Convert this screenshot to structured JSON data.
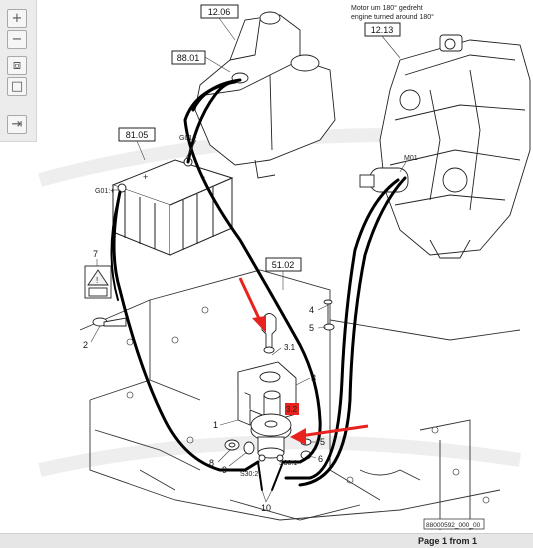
{
  "toolbar": {
    "buttons": [
      {
        "icon": "zoom-in-icon",
        "glyph": "+"
      },
      {
        "icon": "zoom-out-icon",
        "glyph": "−"
      },
      {
        "icon": "fit-page-icon",
        "glyph": "⧈"
      },
      {
        "icon": "actual-size-icon",
        "glyph": "□"
      },
      {
        "icon": "export-icon",
        "glyph": "⇥"
      }
    ]
  },
  "drawing": {
    "refs": {
      "tank": "12.06",
      "hose": "88.01",
      "engine": "12.13",
      "battery": "81.05",
      "bracket": "51.02"
    },
    "engine_note_de": "Motor um 180° gedreht",
    "engine_note_en": "engine turned around 180°",
    "labels": {
      "g01_minus": "G01:-",
      "g01_plus": "G01:+",
      "m01": "M01",
      "s30_2": "S30:2",
      "s30_1": "S30:1",
      "warning_ref": "7",
      "bolt_ref": "2",
      "p1": "1",
      "p3": "3",
      "p3_1": "3.1",
      "p3_2": "3.2",
      "p4": "4",
      "p5a": "5",
      "p5b": "5",
      "p6": "6",
      "p8": "8",
      "p9": "9",
      "p10": "10"
    },
    "figure_id": "88000592_000_00",
    "highlight_color": "#e8231f"
  },
  "status": {
    "page_text": "Page 1 from 1"
  }
}
